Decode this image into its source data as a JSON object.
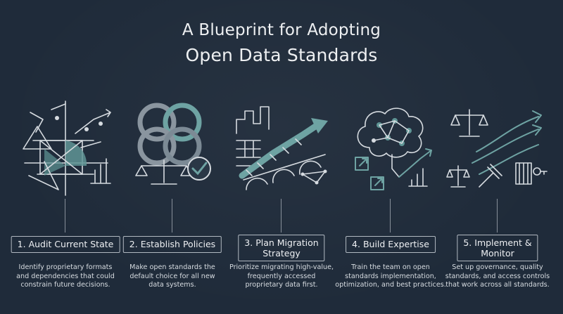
{
  "title": {
    "line1": "A Blueprint for Adopting",
    "line2": "Open Data Standards"
  },
  "steps": [
    {
      "label": "1. Audit Current State",
      "description": "Identify proprietary formats\nand dependencies that could\nconstrain future decisions."
    },
    {
      "label": "2. Establish Policies",
      "description": "Make open standards the\ndefault choice for all new\ndata systems."
    },
    {
      "label_line1": "3. Plan Migration",
      "label_line2": "Strategy",
      "description": "Prioritize migrating high-value,\nfrequently accessed\nproprietary data first."
    },
    {
      "label": "4. Build Expertise",
      "description": "Train the team on open\nstandards implementation,\noptimization, and best practices."
    },
    {
      "label_line1": "5. Implement &",
      "label_line2": "Monitor",
      "description": "Set up governance, quality\nstandards, and access controls\nthat work across all standards."
    }
  ],
  "icons": [
    "geometric-analysis-icon",
    "linked-rings-scale-check-icon",
    "bridge-migration-arrow-icon",
    "brain-network-growth-icon",
    "scales-flowing-arrows-gavel-icon"
  ],
  "colors": {
    "background": "#1f2b3a",
    "ink": "#d6dbe0",
    "accent": "#6ea3a3"
  }
}
